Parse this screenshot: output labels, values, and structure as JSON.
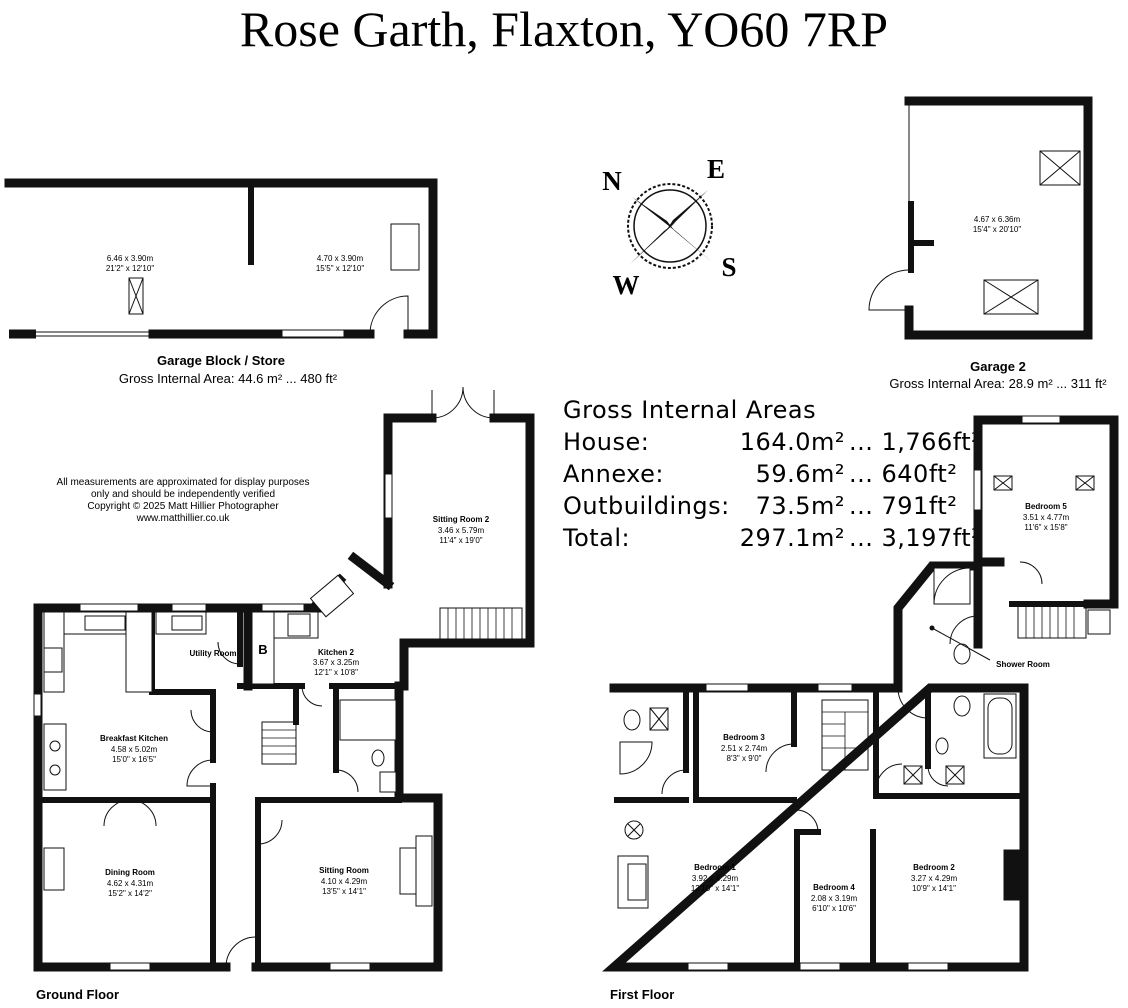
{
  "title": "Rose Garth, Flaxton, YO60 7RP",
  "garage_block": {
    "name": "Garage Block / Store",
    "gia": "Gross Internal Area: 44.6 m² ... 480 ft²",
    "room_a": {
      "metric": "6.46 x 3.90m",
      "imperial": "21'2\" x 12'10\""
    },
    "room_b": {
      "metric": "4.70 x 3.90m",
      "imperial": "15'5\" x 12'10\""
    }
  },
  "garage2": {
    "name": "Garage 2",
    "gia": "Gross Internal Area: 28.9 m² ... 311 ft²",
    "room": {
      "metric": "4.67 x 6.36m",
      "imperial": "15'4\" x 20'10\""
    }
  },
  "compass": {
    "n": "N",
    "e": "E",
    "s": "S",
    "w": "W"
  },
  "gross_internal_areas": {
    "heading": "Gross Internal Areas",
    "rows": [
      {
        "label": "House:",
        "m2": "164.0m²",
        "ft2": "... 1,766ft²"
      },
      {
        "label": "Annexe:",
        "m2": "59.6m²",
        "ft2": "... 640ft²"
      },
      {
        "label": "Outbuildings:",
        "m2": "73.5m²",
        "ft2": "... 791ft²"
      },
      {
        "label": "Total:",
        "m2": "297.1m²",
        "ft2": "... 3,197ft²"
      }
    ]
  },
  "disclaimer": [
    "All measurements are approximated for display purposes",
    "only and should be independently verified",
    "Copyright © 2025 Matt Hillier Photographer",
    "www.matthillier.co.uk"
  ],
  "ground_floor": {
    "label": "Ground Floor",
    "utility_room": "Utility Room",
    "boiler": "B",
    "sitting_room_2": {
      "name": "Sitting Room 2",
      "metric": "3.46 x 5.79m",
      "imperial": "11'4\" x 19'0\""
    },
    "kitchen_2": {
      "name": "Kitchen 2",
      "metric": "3.67 x 3.25m",
      "imperial": "12'1\" x 10'8\""
    },
    "breakfast_kitchen": {
      "name": "Breakfast Kitchen",
      "metric": "4.58 x 5.02m",
      "imperial": "15'0\" x 16'5\""
    },
    "dining_room": {
      "name": "Dining Room",
      "metric": "4.62 x 4.31m",
      "imperial": "15'2\" x 14'2\""
    },
    "sitting_room": {
      "name": "Sitting Room",
      "metric": "4.10 x 4.29m",
      "imperial": "13'5\" x 14'1\""
    }
  },
  "first_floor": {
    "label": "First Floor",
    "shower_room": "Shower Room",
    "bedroom_5": {
      "name": "Bedroom 5",
      "metric": "3.51 x 4.77m",
      "imperial": "11'6\" x 15'8\""
    },
    "bedroom_3": {
      "name": "Bedroom 3",
      "metric": "2.51 x 2.74m",
      "imperial": "8'3\" x 9'0\""
    },
    "bedroom_1": {
      "name": "Bedroom 1",
      "metric": "3.92 x 4.29m",
      "imperial": "12'10\" x 14'1\""
    },
    "bedroom_4": {
      "name": "Bedroom 4",
      "metric": "2.08 x 3.19m",
      "imperial": "6'10\" x 10'6\""
    },
    "bedroom_2": {
      "name": "Bedroom 2",
      "metric": "3.27 x 4.29m",
      "imperial": "10'9\" x 14'1\""
    }
  }
}
